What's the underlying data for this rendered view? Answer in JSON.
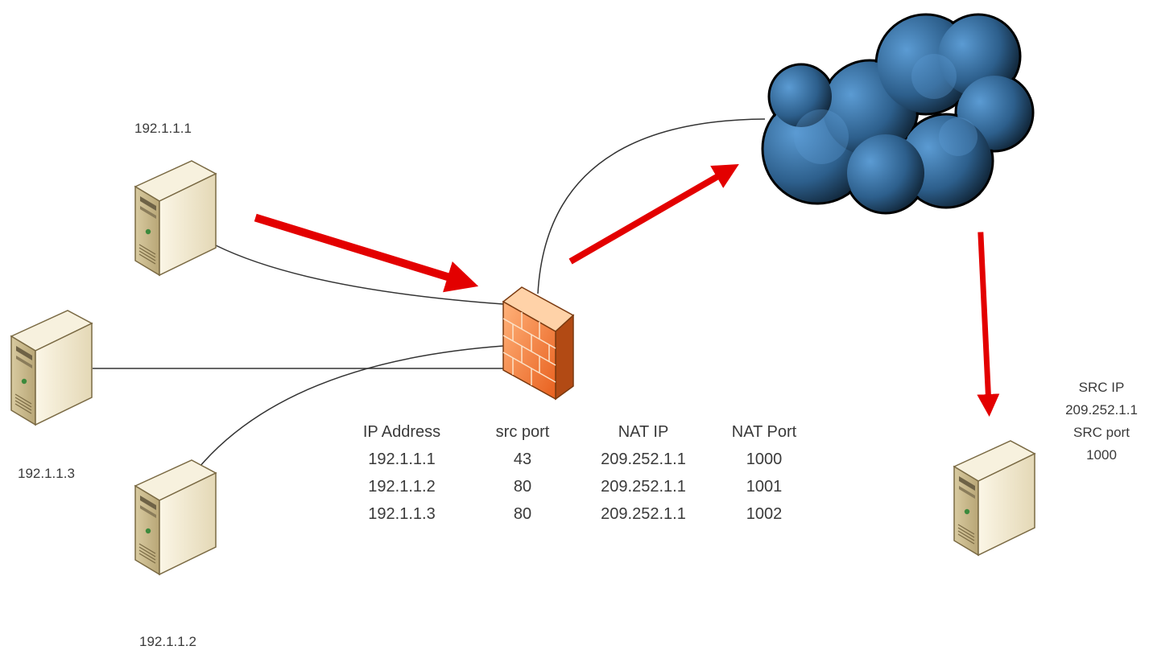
{
  "hosts": {
    "host1": {
      "ip": "192.1.1.1"
    },
    "host2": {
      "ip": "192.1.1.2"
    },
    "host3": {
      "ip": "192.1.1.3"
    }
  },
  "nat_table": {
    "headers": [
      "IP Address",
      "src port",
      "NAT IP",
      "NAT Port"
    ],
    "rows": [
      [
        "192.1.1.1",
        "43",
        "209.252.1.1",
        "1000"
      ],
      [
        "192.1.1.2",
        "80",
        "209.252.1.1",
        "1001"
      ],
      [
        "192.1.1.3",
        "80",
        "209.252.1.1",
        "1002"
      ]
    ]
  },
  "destination": {
    "src_ip_label": "SRC IP",
    "src_ip": "209.252.1.1",
    "src_port_label": "SRC port",
    "src_port": "1000"
  },
  "colors": {
    "arrow": "#e30000",
    "cloud_light": "#4b8cc4",
    "cloud_dark": "#0c1c2c",
    "firewall": "#f07a35",
    "server_body": "#f3ecd8",
    "link": "#333333"
  },
  "icons": [
    "server-icon",
    "firewall-icon",
    "cloud-icon",
    "arrow-icon"
  ]
}
